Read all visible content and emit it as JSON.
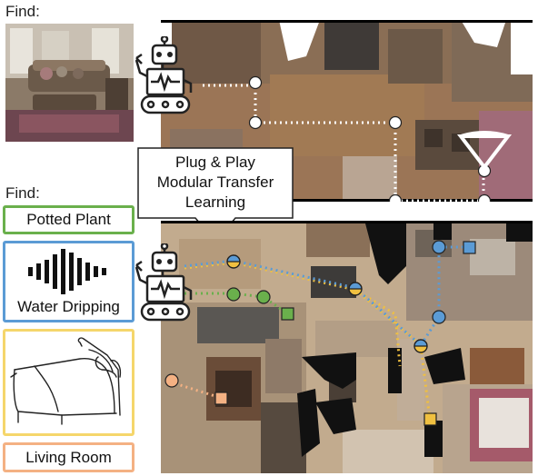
{
  "labels": {
    "find_top": "Find:",
    "find_bottom": "Find:"
  },
  "callout": {
    "line1": "Plug & Play",
    "line2": "Modular Transfer",
    "line3": "Learning"
  },
  "goals": [
    {
      "label": "Potted Plant",
      "color": "#6ab04c"
    },
    {
      "label": "Water Dripping",
      "color": "#5b9bd5"
    },
    {
      "label": "",
      "color": "#f5d66b"
    },
    {
      "label": "Living Room",
      "color": "#f4b183"
    }
  ],
  "colors": {
    "green": "#6ab04c",
    "blue": "#5b9bd5",
    "yellow": "#f0c040",
    "orange": "#f4b183",
    "robot": "#222222"
  }
}
